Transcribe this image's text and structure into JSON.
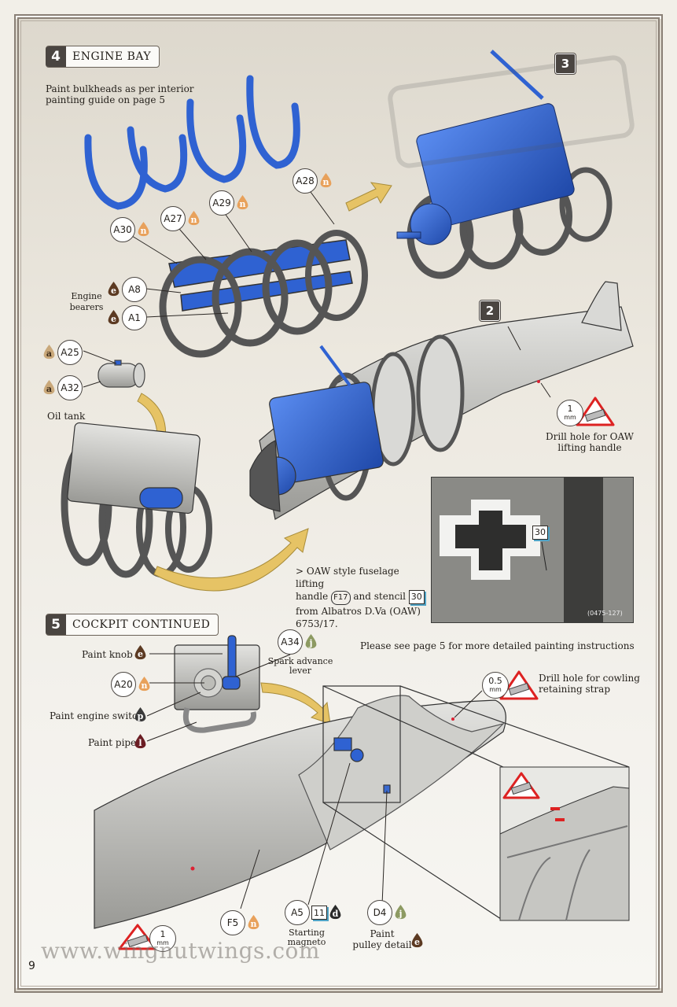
{
  "steps": [
    {
      "number": "4",
      "title": "ENGINE BAY"
    },
    {
      "number": "5",
      "title": "COCKPIT CONTINUED"
    }
  ],
  "sub_steps": [
    "3",
    "2"
  ],
  "notes": {
    "bulkhead_line1": "Paint bulkheads as per interior",
    "bulkhead_line2": "painting guide on page 5",
    "engine_bearers_line1": "Engine",
    "engine_bearers_line2": "bearers",
    "oil_tank": "Oil tank",
    "drill_oaw_line1": "Drill hole for OAW",
    "drill_oaw_line2": "lifting handle",
    "oaw_line1_pre": "> OAW style fuselage lifting",
    "oaw_line2_pre": "handle",
    "oaw_line2_mid": "and stencil",
    "oaw_line3": "from  Albatros  D.Va  (OAW)",
    "oaw_line4": "6753/17.",
    "photo_caption": "(0475-127)",
    "please_see": "Please see page 5  for more detailed painting instructions",
    "drill_cowl_line1": "Drill hole for cowling",
    "drill_cowl_line2": "retaining strap",
    "paint_knob": "Paint knob",
    "paint_engine_switch": "Paint engine switch",
    "paint_pipe": "Paint pipe",
    "spark_line1": "Spark advance",
    "spark_line2": "lever",
    "starting_line1": "Starting",
    "starting_line2": "magneto",
    "pulley_line1": "Paint",
    "pulley_line2": "pulley detail",
    "watermark": "www.wingnutwings.com",
    "page_number": "9"
  },
  "parts": {
    "a30": "A30",
    "a27": "A27",
    "a29": "A29",
    "a28": "A28",
    "a8": "A8",
    "a1": "A1",
    "a25": "A25",
    "a32": "A32",
    "a34": "A34",
    "a20": "A20",
    "f5": "F5",
    "a5": "A5",
    "d4": "D4",
    "f17": "F17"
  },
  "decals": {
    "d30": "30",
    "d11": "11",
    "photo30": "30"
  },
  "paints": {
    "n": "n",
    "e": "e",
    "a": "a",
    "j": "j",
    "p": "p",
    "l": "l",
    "d": "d"
  },
  "drill_sizes": {
    "oaw": "1",
    "cowl": "0.5",
    "bottom": "1",
    "unit": "mm"
  },
  "colors": {
    "n": "#e8a15b",
    "e": "#5c3a22",
    "a": "#c9a87a",
    "j": "#8d9a62",
    "p": "#3a3a3a",
    "l": "#6b1d23",
    "d": "#2a2a2a",
    "part_blue": "#2f62d2",
    "arrow": "#e6c365"
  }
}
